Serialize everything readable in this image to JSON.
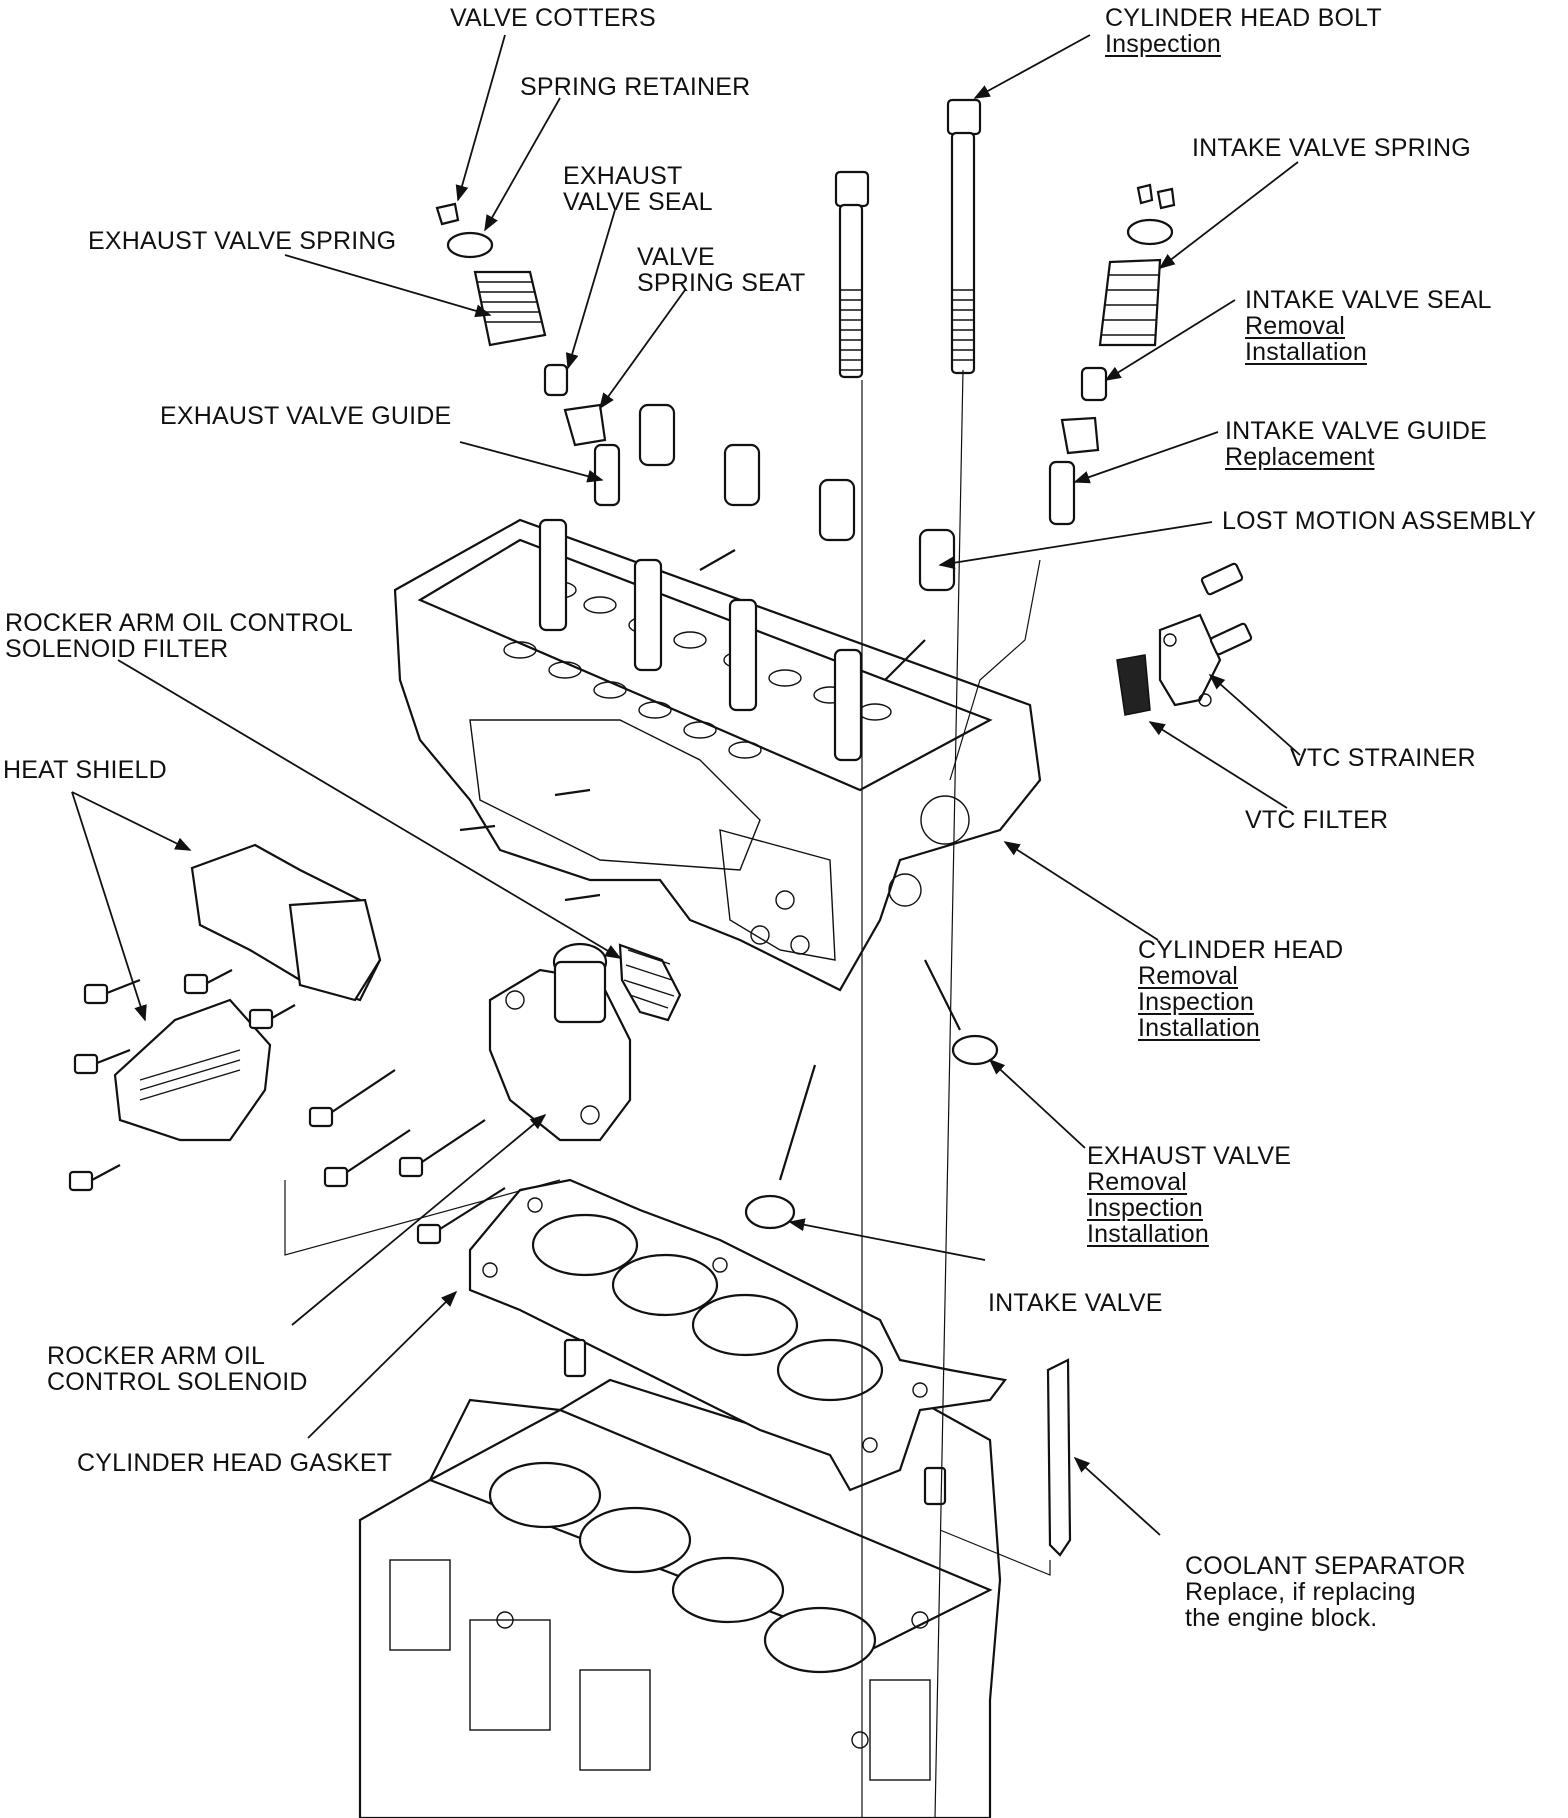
{
  "labels": {
    "valve_cotters": "VALVE COTTERS",
    "spring_retainer": "SPRING RETAINER",
    "exhaust_valve_seal": [
      "EXHAUST",
      "VALVE SEAL"
    ],
    "exhaust_valve_spring": "EXHAUST VALVE SPRING",
    "valve_spring_seat": [
      "VALVE",
      "SPRING SEAT"
    ],
    "exhaust_valve_guide": "EXHAUST VALVE GUIDE",
    "cylinder_head_bolt": {
      "title": "CYLINDER HEAD BOLT",
      "links": [
        "Inspection"
      ]
    },
    "intake_valve_spring": "INTAKE VALVE SPRING",
    "intake_valve_seal": {
      "title": "INTAKE VALVE SEAL",
      "links": [
        "Removal",
        "Installation"
      ]
    },
    "intake_valve_guide": {
      "title": "INTAKE VALVE GUIDE",
      "links": [
        "Replacement"
      ]
    },
    "lost_motion_assembly": "LOST MOTION ASSEMBLY",
    "rocker_arm_oil_control_solenoid_filter": [
      "ROCKER ARM OIL CONTROL",
      "SOLENOID FILTER"
    ],
    "heat_shield": "HEAT SHIELD",
    "vtc_strainer": "VTC STRAINER",
    "vtc_filter": "VTC FILTER",
    "cylinder_head": {
      "title": "CYLINDER HEAD",
      "links": [
        "Removal",
        "Inspection",
        "Installation"
      ]
    },
    "exhaust_valve": {
      "title": "EXHAUST VALVE",
      "links": [
        "Removal",
        "Inspection",
        "Installation"
      ]
    },
    "intake_valve": "INTAKE VALVE",
    "rocker_arm_oil_control_solenoid": [
      "ROCKER ARM OIL",
      "CONTROL SOLENOID"
    ],
    "cylinder_head_gasket": "CYLINDER HEAD GASKET",
    "coolant_separator": [
      "COOLANT SEPARATOR",
      "Replace, if replacing",
      "the engine block."
    ]
  }
}
